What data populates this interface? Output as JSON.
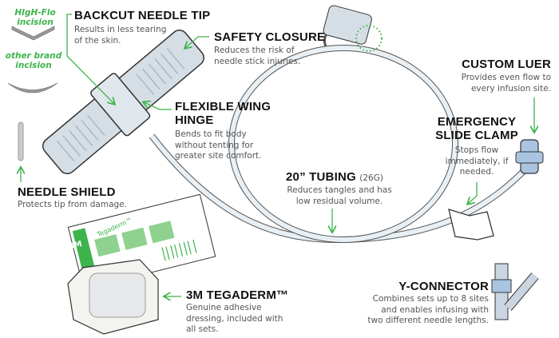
{
  "incisions": {
    "highflo": "HIgH-Flo incision",
    "other": "other brand incision"
  },
  "features": {
    "backcut": {
      "title": "BACKCUT NEEDLE TIP",
      "desc": "Results in less tearing of the skin."
    },
    "safety": {
      "title": "SAFETY CLOSURE",
      "desc": "Reduces the risk of needle stick injuries."
    },
    "luer": {
      "title": "CUSTOM LUER",
      "desc": "Provides even flow to every infusion site."
    },
    "wing": {
      "title": "FLEXIBLE WING HINGE",
      "desc": "Bends to fit body without tenting for greater site comfort."
    },
    "clamp": {
      "title": "EMERGENCY SLIDE CLAMP",
      "desc": "Stops flow immediately, if needed."
    },
    "tubing": {
      "title": "20” TUBING",
      "gauge": "(26G)",
      "desc": "Reduces tangles and has low residual volume."
    },
    "shield": {
      "title": "NEEDLE SHIELD",
      "desc": "Protects tip from damage."
    },
    "tegaderm": {
      "title": "3M TEGADERM™",
      "desc": "Genuine adhesive dressing, included with all sets."
    },
    "yconnector": {
      "title": "Y-CONNECTOR",
      "desc": "Combines sets up to 8 sites and enables infusing with two different needle lengths."
    }
  },
  "package": {
    "brand": "3M",
    "product": "Tegaderm™"
  },
  "colors": {
    "accent": "#3cb44b",
    "tube": "#e8f0f5",
    "device": "#d5dee5",
    "luer": "#a9c4e0"
  }
}
